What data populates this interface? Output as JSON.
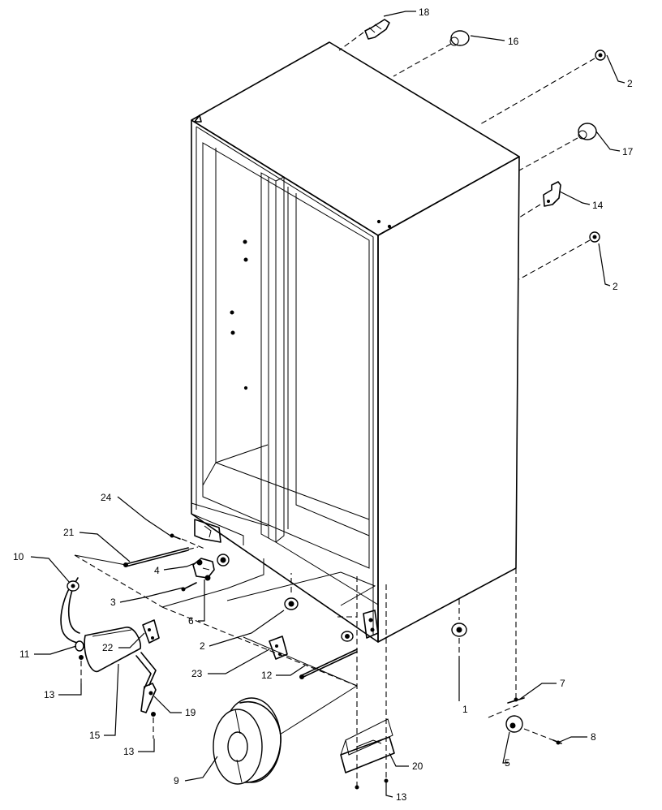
{
  "callouts": [
    {
      "key": "c18",
      "label": "18"
    },
    {
      "key": "c16",
      "label": "16"
    },
    {
      "key": "c2a",
      "label": "2"
    },
    {
      "key": "c17",
      "label": "17"
    },
    {
      "key": "c14",
      "label": "14"
    },
    {
      "key": "c2b",
      "label": "2"
    },
    {
      "key": "c24",
      "label": "24"
    },
    {
      "key": "c21",
      "label": "21"
    },
    {
      "key": "c10",
      "label": "10"
    },
    {
      "key": "c4",
      "label": "4"
    },
    {
      "key": "c3",
      "label": "3"
    },
    {
      "key": "c22",
      "label": "22"
    },
    {
      "key": "c6",
      "label": "6"
    },
    {
      "key": "c11",
      "label": "11"
    },
    {
      "key": "c2c",
      "label": "2"
    },
    {
      "key": "c23",
      "label": "23"
    },
    {
      "key": "c12",
      "label": "12"
    },
    {
      "key": "c13a",
      "label": "13"
    },
    {
      "key": "c15",
      "label": "15"
    },
    {
      "key": "c19",
      "label": "19"
    },
    {
      "key": "c13b",
      "label": "13"
    },
    {
      "key": "c9",
      "label": "9"
    },
    {
      "key": "c20",
      "label": "20"
    },
    {
      "key": "c13c",
      "label": "13"
    },
    {
      "key": "c1",
      "label": "1"
    },
    {
      "key": "c7",
      "label": "7"
    },
    {
      "key": "c8",
      "label": "8"
    },
    {
      "key": "c5",
      "label": "5"
    }
  ]
}
